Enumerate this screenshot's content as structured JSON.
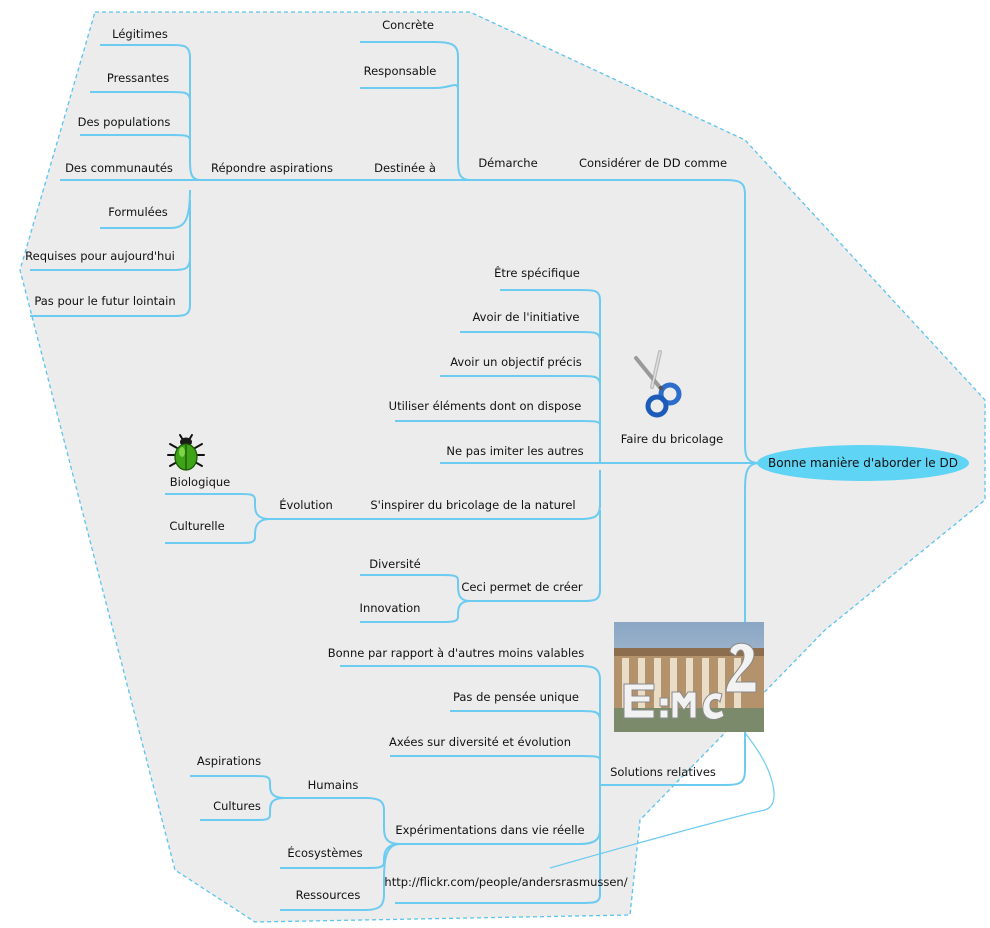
{
  "colors": {
    "branch": "#6ccbf0",
    "boundary_fill": "#ececec",
    "boundary_stroke": "#5bc3ec",
    "central_fill": "#5fd4f5"
  },
  "central": {
    "label": "Bonne manière d'aborder le DD"
  },
  "considerer": {
    "label": "Considérer de DD comme",
    "demarche": {
      "label": "Démarche",
      "concrete": "Concrète",
      "responsable": "Responsable",
      "destinee": {
        "label": "Destinée à",
        "repondre": {
          "label": "Répondre aspirations",
          "items": [
            "Légitimes",
            "Pressantes",
            "Des populations",
            "Des communautés",
            "Formulées",
            "Requises pour aujourd'hui",
            "Pas pour le futur lointain"
          ]
        }
      }
    }
  },
  "bricolage": {
    "label": "Faire du bricolage",
    "icon": "scissors-icon",
    "items": [
      "Être spécifique",
      "Avoir de l'initiative",
      "Avoir un objectif précis",
      "Utiliser éléments dont on dispose",
      "Ne pas imiter les autres"
    ],
    "inspirer": {
      "label": "S'inspirer du bricolage de la naturel",
      "evolution": {
        "label": "Évolution",
        "items": [
          "Biologique",
          "Culturelle"
        ],
        "icon": "beetle-icon"
      }
    },
    "ceci": {
      "label": "Ceci permet de créer",
      "items": [
        "Diversité",
        "Innovation"
      ]
    }
  },
  "solutions": {
    "label": "Solutions relatives",
    "photo_icon": "emc2-photo-icon",
    "items": [
      "Bonne par rapport à d'autres moins valables",
      "Pas de pensée unique",
      "Axées sur diversité et évolution"
    ],
    "experimentations": {
      "label": "Expérimentations dans vie réelle",
      "humains": {
        "label": "Humains",
        "items": [
          "Aspirations",
          "Cultures"
        ]
      },
      "ecosystemes": "Écosystèmes",
      "ressources": "Ressources"
    },
    "link": "http://flickr.com/people/andersrasmussen/"
  }
}
